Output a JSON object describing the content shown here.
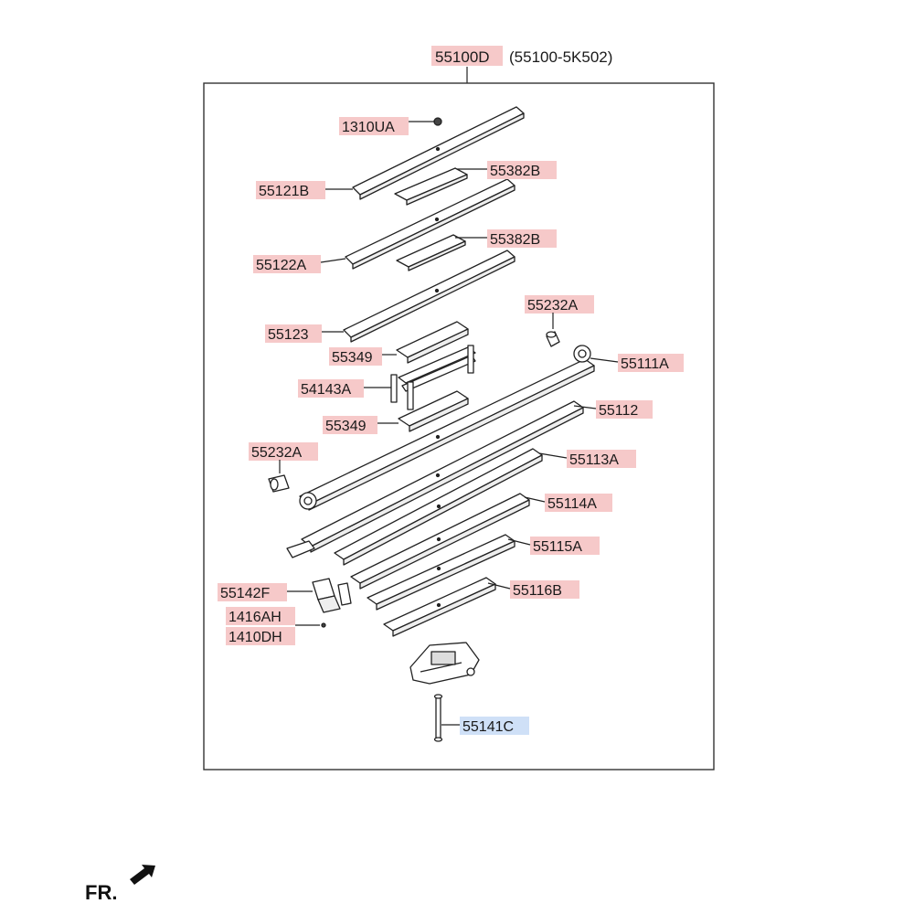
{
  "assembly": {
    "part_no": "55100D",
    "alt_part_no": "(55100-5K502)"
  },
  "callouts": [
    {
      "id": "c1",
      "label": "1310UA",
      "kind": "pink"
    },
    {
      "id": "c2",
      "label": "55382B",
      "kind": "pink"
    },
    {
      "id": "c3",
      "label": "55121B",
      "kind": "pink"
    },
    {
      "id": "c4",
      "label": "55382B",
      "kind": "pink"
    },
    {
      "id": "c5",
      "label": "55122A",
      "kind": "pink"
    },
    {
      "id": "c6",
      "label": "55123",
      "kind": "pink"
    },
    {
      "id": "c7",
      "label": "55232A",
      "kind": "pink"
    },
    {
      "id": "c8",
      "label": "55349",
      "kind": "pink"
    },
    {
      "id": "c9",
      "label": "55111A",
      "kind": "pink"
    },
    {
      "id": "c10",
      "label": "54143A",
      "kind": "pink"
    },
    {
      "id": "c11",
      "label": "55112",
      "kind": "pink"
    },
    {
      "id": "c12",
      "label": "55349",
      "kind": "pink"
    },
    {
      "id": "c13",
      "label": "55232A",
      "kind": "pink"
    },
    {
      "id": "c14",
      "label": "55113A",
      "kind": "pink"
    },
    {
      "id": "c15",
      "label": "55114A",
      "kind": "pink"
    },
    {
      "id": "c16",
      "label": "55115A",
      "kind": "pink"
    },
    {
      "id": "c17",
      "label": "55142F",
      "kind": "pink"
    },
    {
      "id": "c18",
      "label": "55116B",
      "kind": "pink"
    },
    {
      "id": "c19",
      "label": "1416AH",
      "kind": "pink"
    },
    {
      "id": "c20",
      "label": "1410DH",
      "kind": "pink"
    },
    {
      "id": "c21",
      "label": "55141C",
      "kind": "blue"
    }
  ],
  "direction_marker": {
    "label": "FR."
  },
  "colors": {
    "pink_highlight": "#f6c9c9",
    "blue_highlight": "#cfe0f7",
    "line": "#222222",
    "text": "#1a1a1a"
  }
}
